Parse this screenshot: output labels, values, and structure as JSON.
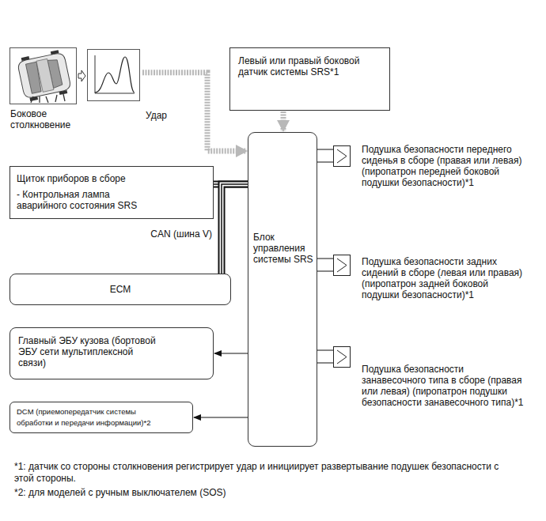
{
  "diagram": {
    "nodes": [
      {
        "text": [
          "Боковое столкновение"
        ]
      },
      {
        "text": [
          "Удар"
        ]
      },
      {
        "text": [
          "Левый или правый боковой датчик системы SRS*1"
        ]
      },
      {
        "text": [
          "Блок управления системы SRS"
        ]
      },
      {
        "text": [
          "Подушка безопасности переднего сиденья в сборе (правая или левая) (пиропатрон передней боковой подушки безопасности)*1"
        ]
      },
      {
        "text": [
          "Щиток приборов в сборе",
          "- Контрольная лампа аварийного состояния SRS"
        ]
      },
      {
        "text": [
          "ECM"
        ]
      },
      {
        "text": [
          "Подушка безопасности задних сидений в сборе (левая или правая) (пиропатрон задней боковой подушки безопасности)*1"
        ]
      },
      {
        "text": [
          "Главный ЭБУ кузова (бортовой ЭБУ сети мультиплексной связи)"
        ]
      },
      {
        "text": [
          "Подушка безопасности занавесочного типа в сборе (правая или левая) (пиропатрон подушки безопасности занавесочного типа)*1"
        ]
      },
      {
        "text": [
          "DCM (приемопередатчик системы обработки и передачи информации)*2"
        ]
      }
    ],
    "edges": [
      {
        "from": 0,
        "to": 1,
        "arrow": "to"
      },
      {
        "from": 1,
        "to": 3,
        "arrow": "to"
      },
      {
        "from": 2,
        "to": 3,
        "arrow": "to"
      },
      {
        "from": 3,
        "to": 4,
        "arrow": "none"
      },
      {
        "from": 3,
        "to": 5,
        "arrow": "none"
      },
      {
        "from": 3,
        "to": 6,
        "arrow": "none",
        "label": "CAN (шина V)"
      },
      {
        "from": 3,
        "to": 7,
        "arrow": "none"
      },
      {
        "from": 3,
        "to": 8,
        "arrow": "to"
      },
      {
        "from": 3,
        "to": 9,
        "arrow": "none"
      },
      {
        "from": 3,
        "to": 10,
        "arrow": "to"
      }
    ],
    "labels": [
      "*1: датчик со стороны столкновения регистрирует удар и инициирует развертывание подушек безопасности с этой стороны.",
      "*2: для моделей с ручным выключателем (SOS)"
    ]
  }
}
